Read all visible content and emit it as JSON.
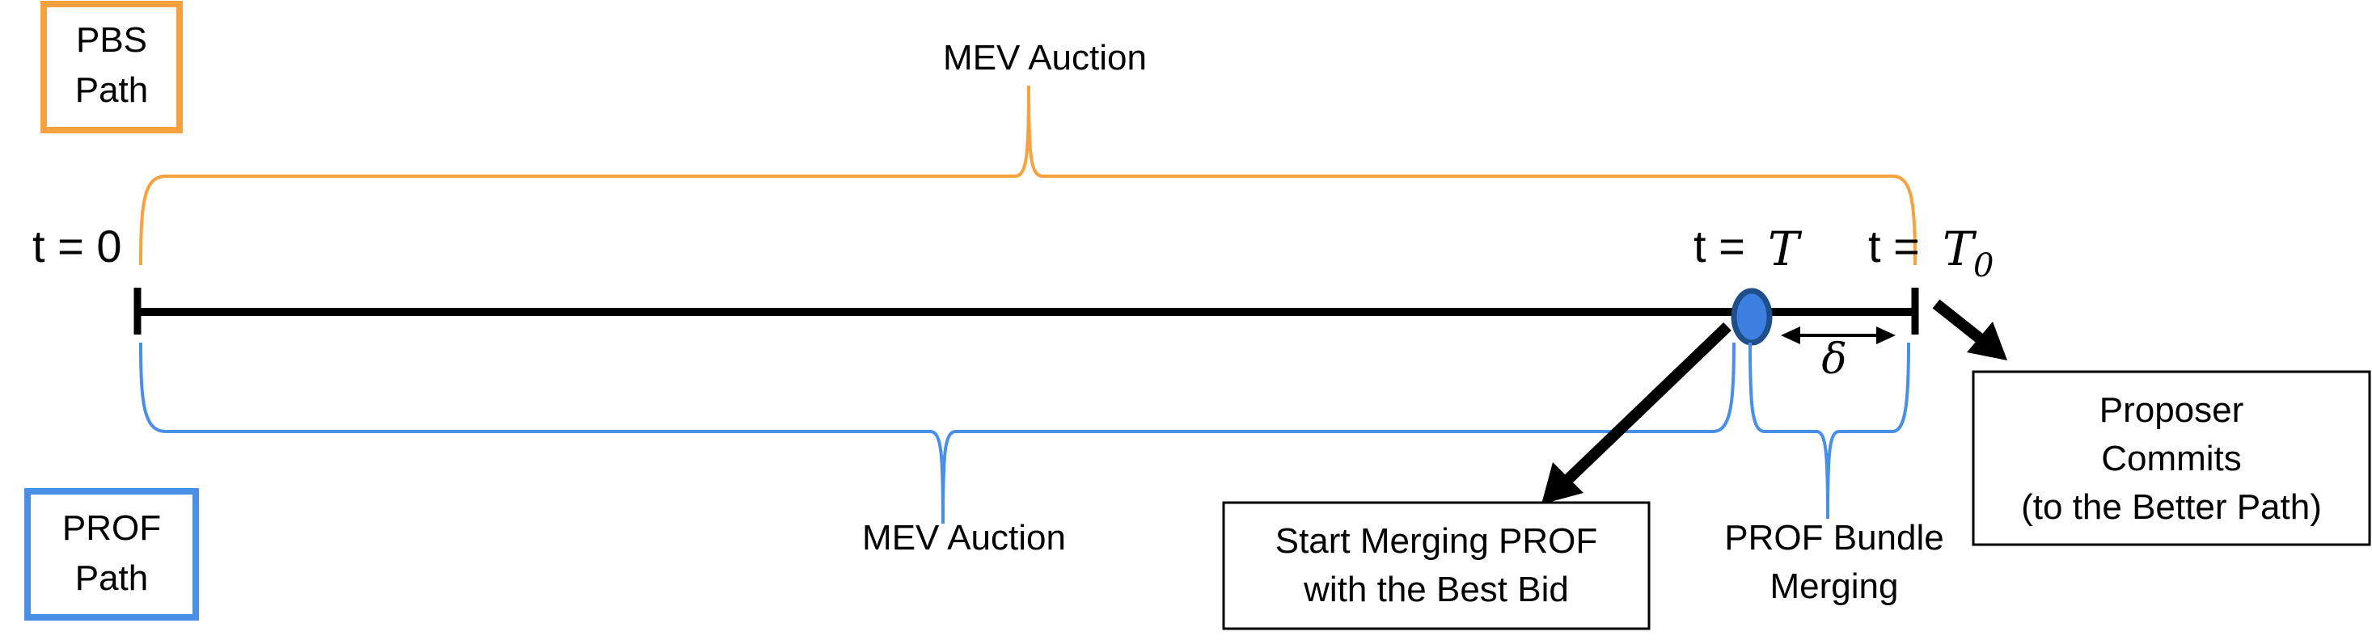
{
  "legend": {
    "pbs_line1": "PBS",
    "pbs_line2": "Path",
    "prof_line1": "PROF",
    "prof_line2": "Path"
  },
  "labels": {
    "mev_auction_top": "MEV Auction",
    "mev_auction_bottom": "MEV Auction",
    "t0_prefix": "t = 0",
    "tT_prefix": "t = ",
    "tT_symbol": "T",
    "tT0_prefix": "t = ",
    "tT0_symbol": "T",
    "tT0_subscript": "0",
    "delta": "δ",
    "prof_bundle_line1": "PROF Bundle",
    "prof_bundle_line2": "Merging"
  },
  "boxes": {
    "start_merging_line1": "Start Merging PROF",
    "start_merging_line2": "with the Best Bid",
    "proposer_line1": "Proposer",
    "proposer_line2": "Commits",
    "proposer_line3": "(to the Better Path)"
  },
  "colors": {
    "pbs": "#f7a23e",
    "prof": "#4a8fe7",
    "timeline": "#000000",
    "marker_fill": "#3d7fe0",
    "marker_stroke": "#1f4f8a"
  }
}
